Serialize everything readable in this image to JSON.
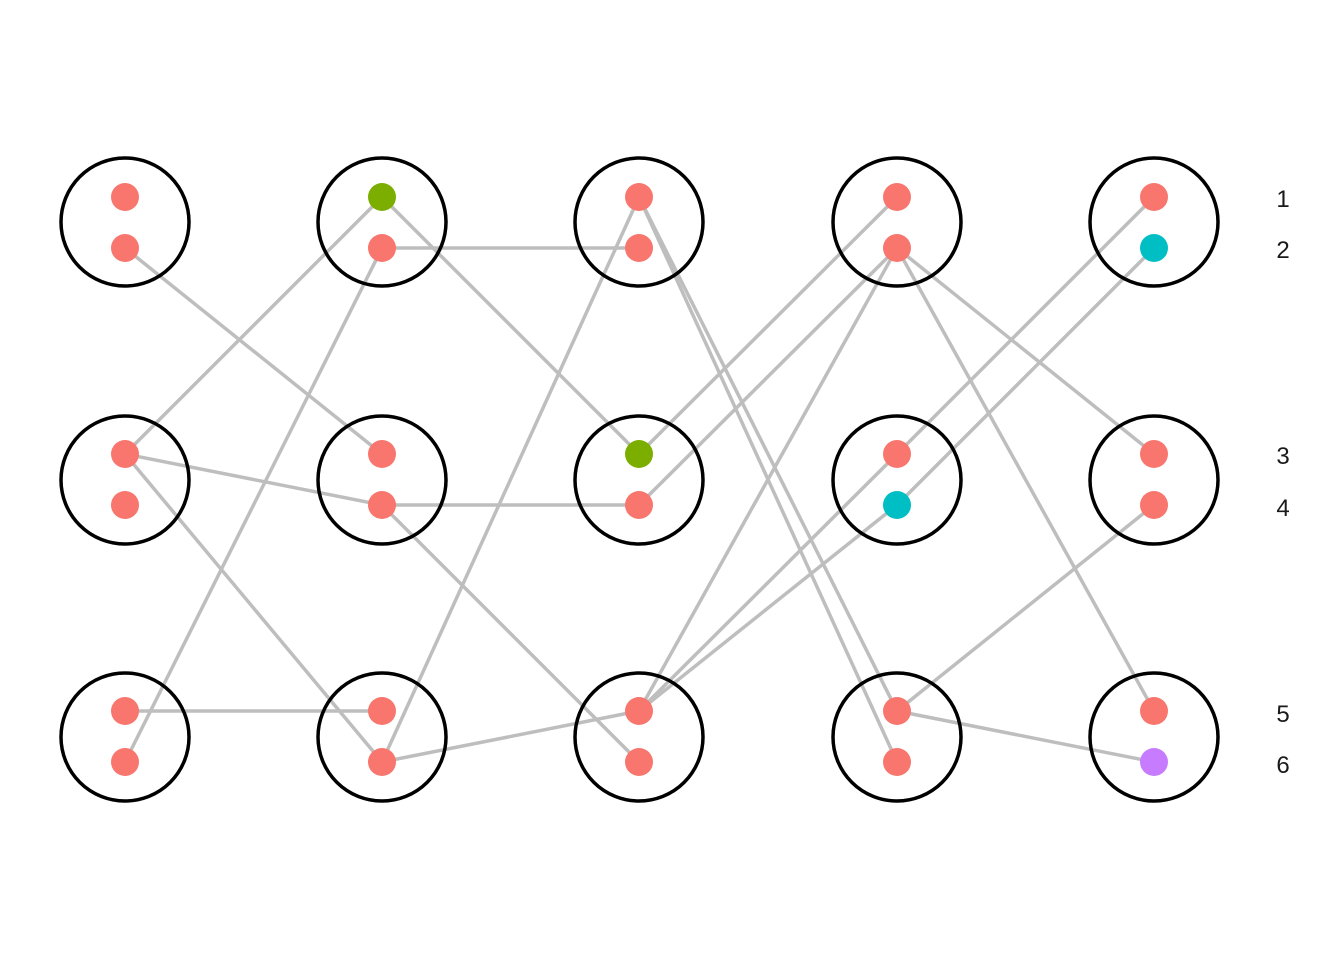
{
  "colors": {
    "red": "#F8766D",
    "green": "#7CAE00",
    "cyan": "#00BFC4",
    "purple": "#C77CFF",
    "edge": "#BEBEBE",
    "circle": "#000000"
  },
  "row_labels": [
    "1",
    "2",
    "3",
    "4",
    "5",
    "6"
  ],
  "groups": [
    {
      "col": 1,
      "row": 1,
      "nodes": [
        "red",
        "red"
      ]
    },
    {
      "col": 2,
      "row": 1,
      "nodes": [
        "green",
        "red"
      ]
    },
    {
      "col": 3,
      "row": 1,
      "nodes": [
        "red",
        "red"
      ]
    },
    {
      "col": 4,
      "row": 1,
      "nodes": [
        "red",
        "red"
      ]
    },
    {
      "col": 5,
      "row": 1,
      "nodes": [
        "red",
        "cyan"
      ]
    },
    {
      "col": 1,
      "row": 2,
      "nodes": [
        "red",
        "red"
      ]
    },
    {
      "col": 2,
      "row": 2,
      "nodes": [
        "red",
        "red"
      ]
    },
    {
      "col": 3,
      "row": 2,
      "nodes": [
        "green",
        "red"
      ]
    },
    {
      "col": 4,
      "row": 2,
      "nodes": [
        "red",
        "cyan"
      ]
    },
    {
      "col": 5,
      "row": 2,
      "nodes": [
        "red",
        "red"
      ]
    },
    {
      "col": 1,
      "row": 3,
      "nodes": [
        "red",
        "red"
      ]
    },
    {
      "col": 2,
      "row": 3,
      "nodes": [
        "red",
        "red"
      ]
    },
    {
      "col": 3,
      "row": 3,
      "nodes": [
        "red",
        "red"
      ]
    },
    {
      "col": 4,
      "row": 3,
      "nodes": [
        "red",
        "red"
      ]
    },
    {
      "col": 5,
      "row": 3,
      "nodes": [
        "red",
        "purple"
      ]
    }
  ],
  "edges": [
    [
      [
        1,
        2
      ],
      [
        2,
        3
      ]
    ],
    [
      [
        1,
        3
      ],
      [
        2,
        1
      ]
    ],
    [
      [
        1,
        3
      ],
      [
        2,
        4
      ]
    ],
    [
      [
        1,
        3
      ],
      [
        2,
        6
      ]
    ],
    [
      [
        1,
        5
      ],
      [
        2,
        5
      ]
    ],
    [
      [
        1,
        6
      ],
      [
        2,
        2
      ]
    ],
    [
      [
        2,
        1
      ],
      [
        3,
        3
      ]
    ],
    [
      [
        2,
        2
      ],
      [
        3,
        2
      ]
    ],
    [
      [
        2,
        4
      ],
      [
        3,
        4
      ]
    ],
    [
      [
        2,
        4
      ],
      [
        3,
        6
      ]
    ],
    [
      [
        2,
        6
      ],
      [
        3,
        1
      ]
    ],
    [
      [
        2,
        6
      ],
      [
        3,
        5
      ]
    ],
    [
      [
        3,
        1
      ],
      [
        4,
        5
      ]
    ],
    [
      [
        3,
        1
      ],
      [
        4,
        6
      ]
    ],
    [
      [
        3,
        3
      ],
      [
        4,
        1
      ]
    ],
    [
      [
        3,
        4
      ],
      [
        4,
        2
      ]
    ],
    [
      [
        3,
        5
      ],
      [
        4,
        2
      ]
    ],
    [
      [
        3,
        5
      ],
      [
        4,
        4
      ]
    ],
    [
      [
        3,
        5
      ],
      [
        4,
        3
      ]
    ],
    [
      [
        4,
        2
      ],
      [
        5,
        3
      ]
    ],
    [
      [
        4,
        2
      ],
      [
        5,
        5
      ]
    ],
    [
      [
        4,
        3
      ],
      [
        5,
        1
      ]
    ],
    [
      [
        4,
        4
      ],
      [
        5,
        2
      ]
    ],
    [
      [
        4,
        5
      ],
      [
        5,
        4
      ]
    ],
    [
      [
        4,
        5
      ],
      [
        5,
        6
      ]
    ]
  ]
}
